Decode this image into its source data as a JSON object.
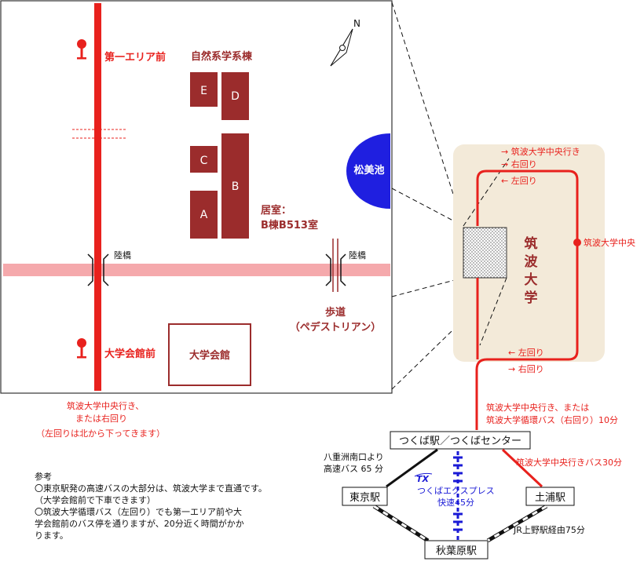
{
  "compass": {
    "north": "N"
  },
  "campus": {
    "stops": {
      "first_area": "第一エリア前",
      "kaikan": "大学会館前"
    },
    "buildings": {
      "group_label": "自然系学系棟",
      "blocks": [
        "E",
        "D",
        "C",
        "B",
        "A"
      ],
      "kaikan": "大学会館"
    },
    "room": {
      "title": "居室：",
      "value": "B棟B513室"
    },
    "pond": "松美池",
    "bridges": {
      "left": "陸橋",
      "right": "陸橋"
    },
    "walkway": {
      "line1": "歩道",
      "line2": "（ペデストリアン）"
    }
  },
  "bus_notes": {
    "line1": "筑波大学中央行き、",
    "line2": "または右回り",
    "line3": "（左回りは北から下ってきます）"
  },
  "inset": {
    "univ_chars": [
      "筑",
      "波",
      "大",
      "学"
    ],
    "center_stop": "筑波大学中央",
    "top_labels": [
      "→ 筑波大学中央行き",
      "→ 右回り",
      "← 左回り"
    ],
    "bottom_labels": [
      "← 左回り",
      "→ 右回り"
    ]
  },
  "route": {
    "tsukuba_bus": {
      "line1": "筑波大学中央行き、または",
      "line2": "筑波大学循環バス（右回り）10分"
    },
    "tsukuba_station": "つくば駅／つくばセンター",
    "tokyo_station": "東京駅",
    "tsuchiura_station": "土浦駅",
    "akihabara_station": "秋葉原駅",
    "highway_bus": {
      "line1": "八重洲南口より",
      "line2": "高速バス 65 分"
    },
    "tx": {
      "logo": "TX",
      "line1": "つくばエクスプレス",
      "line2": "快速45分"
    },
    "tsuchiura_bus": "筑波大学中央行きバス30分",
    "jr": "JR上野駅経由75分"
  },
  "notes": {
    "title": "参考",
    "items": [
      "〇東京駅発の高速バスの大部分は、筑波大学まで直通です。",
      "（大学会館前で下車できます）",
      "〇筑波大学循環バス（左回り）でも第一エリア前や大",
      "学会館前のバス停を通りますが、20分近く時間がかか",
      "ります。"
    ]
  },
  "colors": {
    "red": "#e8211d",
    "pink": "#f5a9ac",
    "brick": "#9b2c2c",
    "blue": "#1a1ad6",
    "inset_bg": "#f3ead9"
  }
}
